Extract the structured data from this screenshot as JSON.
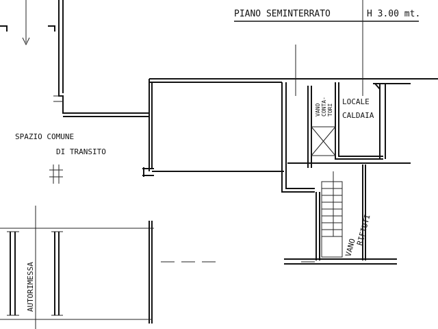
{
  "title": "PIANO SEMINTERRATO",
  "height_label": "H 3.00 mt.",
  "rooms": {
    "common_space_line1": "SPAZIO COMUNE",
    "common_space_line2": "DI TRANSITO",
    "boiler_line1": "LOCALE",
    "boiler_line2": "CALDAIA",
    "meters_line1": "VANO",
    "meters_line2": "CONTA-",
    "meters_line3": "TORI",
    "waste_line1": "VANO",
    "waste_line2": "RIFIUTI",
    "garage": "AUTORIMESSA"
  }
}
